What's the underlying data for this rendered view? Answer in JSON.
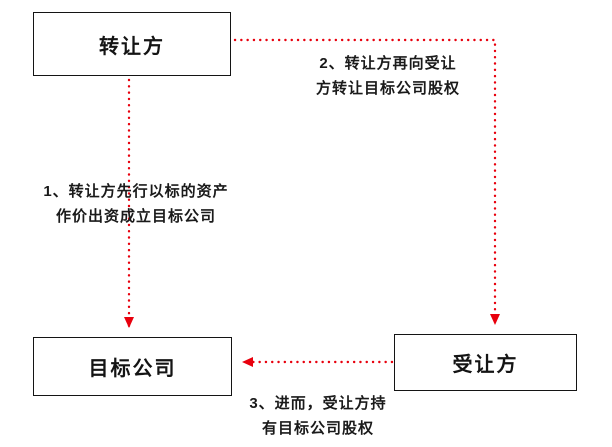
{
  "colors": {
    "arrow_red": "#e8000d",
    "box_border": "#141414",
    "label_text": "#1a1a1a",
    "background": "#ffffff"
  },
  "nodes": {
    "transferor": {
      "label": "转让方"
    },
    "target_company": {
      "label": "目标公司"
    },
    "transferee": {
      "label": "受让方"
    }
  },
  "edges": {
    "step1": {
      "from": "transferor",
      "to": "target_company",
      "line1": "1、转让方先行以标的资产",
      "line2": "作价出资成立目标公司"
    },
    "step2": {
      "from": "transferor",
      "to": "transferee",
      "line1": "2、转让方再向受让",
      "line2": "方转让目标公司股权"
    },
    "step3": {
      "from": "transferee",
      "to": "target_company",
      "line1": "3、进而，受让方持",
      "line2": "有目标公司股权"
    }
  }
}
